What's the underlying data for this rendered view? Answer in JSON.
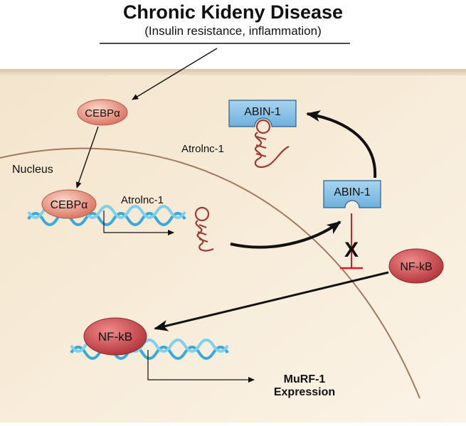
{
  "header": {
    "title": "Chronic Kideny Disease",
    "subtitle": "(Insulin resistance, inflammation)"
  },
  "labels": {
    "nucleus": "Nucleus",
    "atrolnc_cyto": "Atrolnc-1",
    "atrolnc_gene": "Atrolnc-1",
    "murf_line1": "MuRF-1",
    "murf_line2": "Expression",
    "inhibit_mark": "X"
  },
  "nodes": {
    "cebpa_top": "CEBPα",
    "cebpa_dna": "CEBPα",
    "abin_top": "ABIN-1",
    "abin_mid": "ABIN-1",
    "nfkb_right": "NF-kB",
    "nfkb_dna": "NF-kB"
  },
  "colors": {
    "cell_band": "#d9c6a6",
    "cell_fill": "#f5e9d6",
    "oval_light": "#eba08e",
    "oval_dark": "#c44d4d",
    "abin_fill": "#8bc3e8",
    "dna_blue": "#38a9d8",
    "rna": "#9c3b33",
    "inhibit_red": "#d02020"
  }
}
